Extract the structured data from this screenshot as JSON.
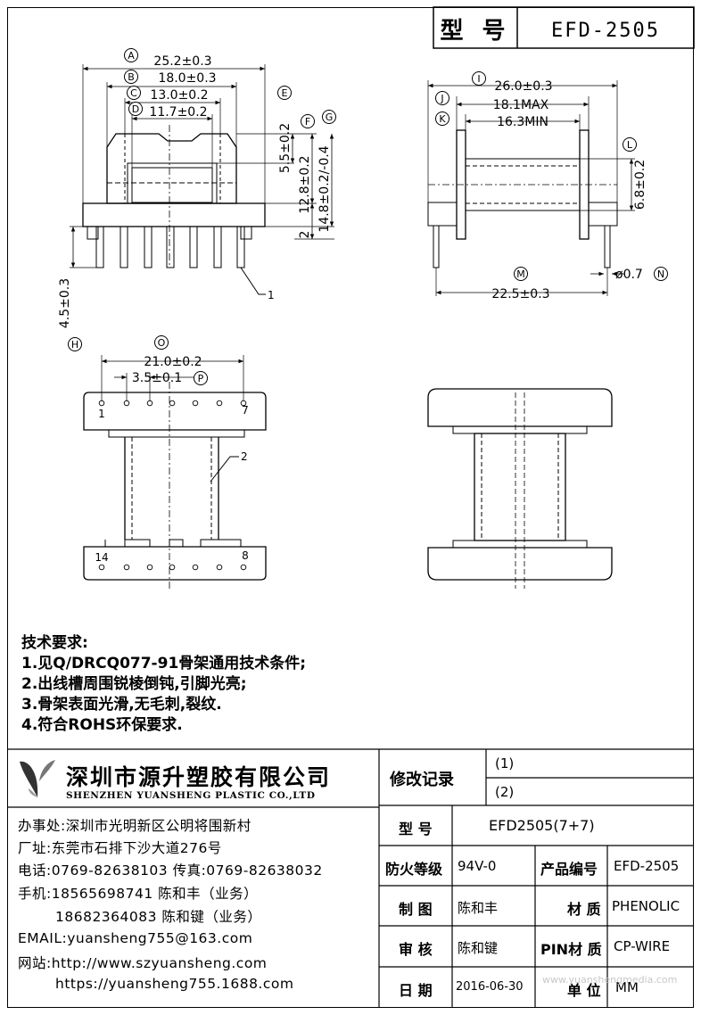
{
  "title_block": {
    "label": "型 号",
    "value": "EFD-2505"
  },
  "front_view": {
    "dim_A": "25.2±0.3",
    "dim_B": "18.0±0.3",
    "dim_C": "13.0±0.2",
    "dim_D": "11.7±0.2",
    "dim_E": "5.5±0.2",
    "dim_F": "12.8±0.2",
    "dim_G": "14.8±0.2/-0.4",
    "dim_2": "2",
    "dim_H": "4.5±0.3",
    "callout": "1",
    "circle_A": "A",
    "circle_B": "B",
    "circle_C": "C",
    "circle_D": "D",
    "circle_E": "E",
    "circle_F": "F",
    "circle_G": "G",
    "circle_H": "H"
  },
  "side_view": {
    "dim_I": "26.0±0.3",
    "dim_J": "18.1MAX",
    "dim_K": "16.3MIN",
    "dim_L": "6.8±0.2",
    "dim_M": "22.5±0.3",
    "dim_N": "ø0.7",
    "circle_I": "I",
    "circle_J": "J",
    "circle_K": "K",
    "circle_L": "L",
    "circle_M": "M",
    "circle_N": "N"
  },
  "bottom_view": {
    "dim_O": "21.0±0.2",
    "dim_P": "3.5±0.1",
    "circle_O": "O",
    "circle_P": "P",
    "pin_1": "1",
    "pin_7": "7",
    "pin_14": "14",
    "pin_8": "8",
    "callout": "2"
  },
  "requirements": {
    "heading": "技术要求:",
    "items": [
      "1.见Q/DRCQ077-91骨架通用技术条件;",
      "2.出线槽周围锐棱倒钝,引脚光亮;",
      "3.骨架表面光滑,无毛刺,裂纹.",
      "4.符合ROHS环保要求."
    ]
  },
  "company": {
    "name_cn": "深圳市源升塑胶有限公司",
    "name_en": "SHENZHEN YUANSHENG PLASTIC CO.,LTD",
    "office": "办事处:深圳市光明新区公明将围新村",
    "factory": "厂址:东莞市石排下沙大道276号",
    "tel": "电话:0769-82638103 传真:0769-82638032",
    "mobile1": "手机:18565698741 陈和丰（业务）",
    "mobile2": "18682364083 陈和键（业务）",
    "email": "EMAIL:yuansheng755@163.com",
    "web1": "网站:http://www.szyuansheng.com",
    "web2": "https://yuansheng755.1688.com"
  },
  "info_table": {
    "rev_label": "修改记录",
    "rev1": "(1)",
    "rev2": "(2)",
    "model_label": "型 号",
    "model_value": "EFD2505(7+7)",
    "fire_label": "防火等级",
    "fire_value": "94V-0",
    "code_label": "产品编号",
    "code_value": "EFD-2505",
    "draw_label": "制 图",
    "draw_value": "陈和丰",
    "mat_label": "材 质",
    "mat_value": "PHENOLIC",
    "check_label": "审 核",
    "check_value": "陈和键",
    "pin_label": "PIN材 质",
    "pin_value": "CP-WIRE",
    "date_label": "日 期",
    "date_value": "2016-06-30",
    "unit_label": "单 位",
    "unit_value": "MM"
  },
  "watermark": "www.yuanshengmedia.com"
}
